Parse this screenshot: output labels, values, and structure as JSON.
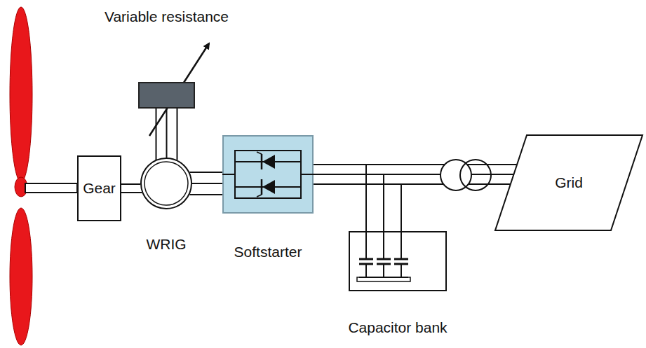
{
  "diagram": {
    "nodes": [
      {
        "text": [
          "Gear"
        ]
      },
      {
        "text": [
          "Variable resistance"
        ]
      },
      {
        "text": [
          "WRIG"
        ]
      },
      {
        "text": [
          "Softstarter"
        ]
      },
      {
        "text": [
          "Capacitor bank"
        ]
      },
      {
        "text": [
          "Grid"
        ]
      }
    ],
    "edges": [
      {
        "from": 0,
        "to": 2,
        "arrow": "none"
      },
      {
        "from": 1,
        "to": 2,
        "arrow": "none"
      },
      {
        "from": 2,
        "to": 3,
        "arrow": "none"
      },
      {
        "from": 3,
        "to": 4,
        "arrow": "none"
      },
      {
        "from": 3,
        "to": 5,
        "arrow": "none"
      }
    ]
  }
}
